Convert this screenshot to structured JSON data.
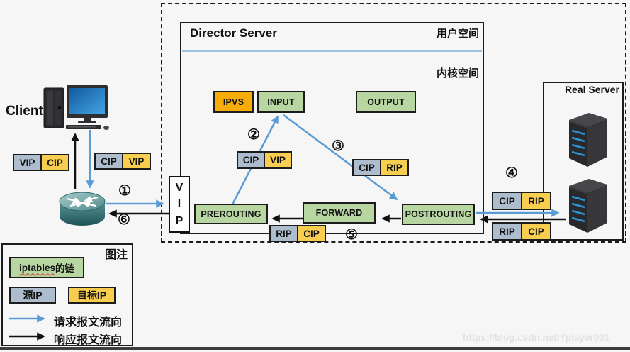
{
  "colors": {
    "source_ip_bg": "#aebdcd",
    "dest_ip_bg": "#f7ce4f",
    "chain_bg": "#b7d6a1",
    "ipvs_bg": "#f7ac08",
    "request_arrow": "#5b9bd5",
    "response_arrow": "#111111",
    "divider_line": "#9cc3e6"
  },
  "client": {
    "label": "Client"
  },
  "director": {
    "title": "Director Server",
    "user_space_label": "用户空间",
    "kernel_space_label": "内核空间",
    "vip_letters": [
      "V",
      "I",
      "P"
    ]
  },
  "chains": {
    "ipvs": "IPVS",
    "input": "INPUT",
    "output": "OUTPUT",
    "prerouting": "PREROUTING",
    "forward": "FORWARD",
    "postrouting": "POSTROUTING"
  },
  "real_server": {
    "title": "Real Server"
  },
  "packet_labels": {
    "client_response": {
      "src": "VIP",
      "dst": "CIP"
    },
    "client_request": {
      "src": "CIP",
      "dst": "VIP"
    },
    "to_input": {
      "src": "CIP",
      "dst": "VIP"
    },
    "to_postrouting": {
      "src": "CIP",
      "dst": "RIP"
    },
    "response_in_director": {
      "src": "RIP",
      "dst": "CIP"
    },
    "to_real_server": {
      "src": "CIP",
      "dst": "RIP"
    },
    "from_real_server": {
      "src": "RIP",
      "dst": "CIP"
    }
  },
  "steps": {
    "s1": "①",
    "s2": "②",
    "s3": "③",
    "s4": "④",
    "s5": "⑤",
    "s6": "⑥"
  },
  "legend": {
    "title": "图注",
    "chain_word": "iptables",
    "chain_suffix": "的链",
    "source_ip": "源IP",
    "dest_ip": "目标IP",
    "request_flow": "请求报文流向",
    "response_flow": "响应报文流向"
  },
  "watermark": "https://blog.csdn.net/Yplayer001"
}
